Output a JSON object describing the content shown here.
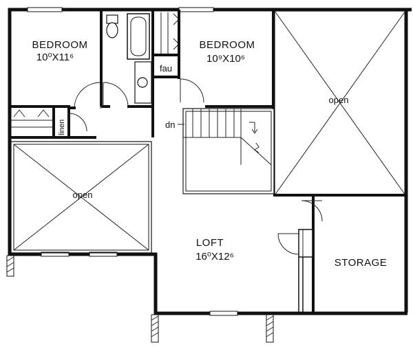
{
  "rooms": {
    "bedroom_left": {
      "name": "BEDROOM",
      "dim": "10⁰X11⁶"
    },
    "bedroom_right": {
      "name": "BEDROOM",
      "dim": "10⁹X10⁶"
    },
    "open_right": {
      "label": "open"
    },
    "open_left": {
      "label": "open"
    },
    "loft": {
      "name": "LOFT",
      "dim": "16⁰X12⁶"
    },
    "storage": {
      "name": "STORAGE"
    }
  },
  "fixtures": {
    "fau": "fau",
    "linen": "linen",
    "stair_dn": "dn"
  },
  "colors": {
    "line": "#111111",
    "background": "#ffffff"
  }
}
